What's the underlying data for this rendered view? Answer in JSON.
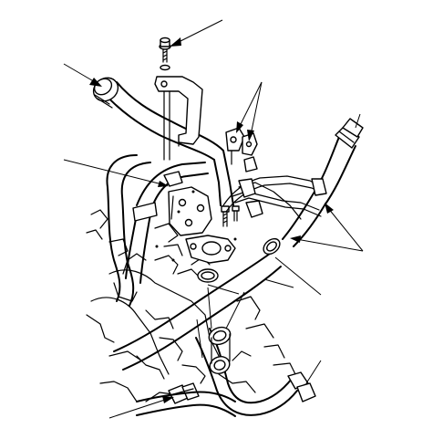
{
  "diagram": {
    "subject": "engine-bay-hose-and-bracket-assembly",
    "callout_count": 9,
    "parts": [
      {
        "name": "flange-bolt"
      },
      {
        "name": "hose-clamp-top-left"
      },
      {
        "name": "mounting-bracket"
      },
      {
        "name": "connector-bracket"
      },
      {
        "name": "hose-upper-right"
      },
      {
        "name": "sensor-bracket-left"
      },
      {
        "name": "sensor-bracket-right"
      },
      {
        "name": "o-ring"
      },
      {
        "name": "hose-clamp-bottom-left"
      }
    ],
    "colors": {
      "line": "#000000",
      "background": "#ffffff"
    }
  }
}
